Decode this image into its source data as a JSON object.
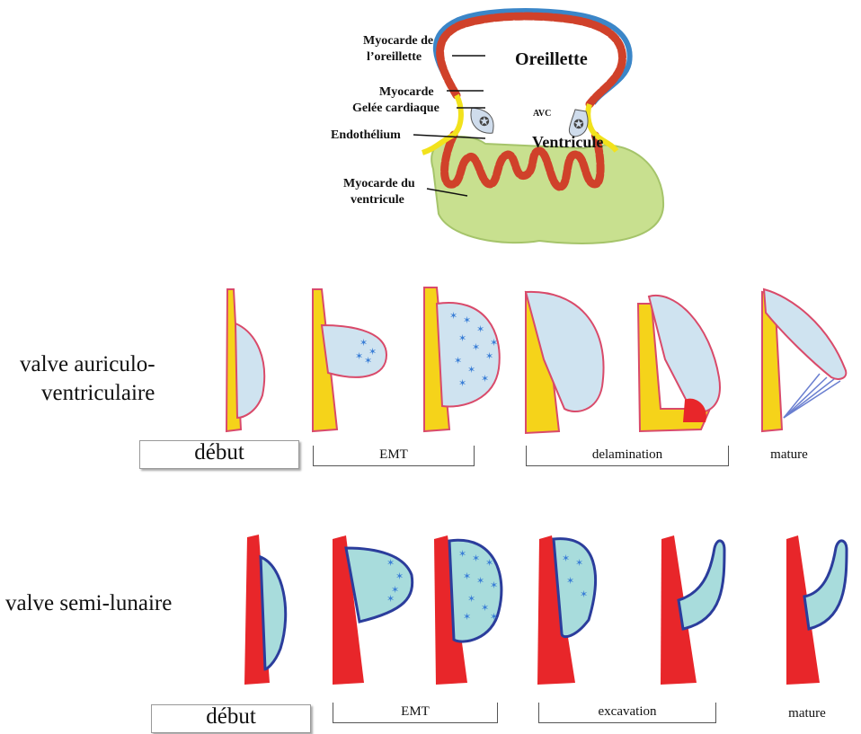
{
  "heart": {
    "title_atrium": "Oreillette",
    "title_ventricle": "Ventricule",
    "avc": "AVC",
    "labels": {
      "myocarde_oreillette_1": "Myocarde de",
      "myocarde_oreillette_2": "l’oreillette",
      "myocarde": "Myocarde",
      "gelee": "Gelée cardiaque",
      "endothelium": "Endothélium",
      "myocarde_ventricule_1": "Myocarde du",
      "myocarde_ventricule_2": "ventricule"
    },
    "colors": {
      "myocardium": "#d0412a",
      "endocardium": "#3b86c8",
      "jelly": "#f2e21c",
      "ventricle_fill": "#c8e08f"
    }
  },
  "av_row": {
    "title_line1": "valve auriculo-",
    "title_line2": "ventriculaire",
    "stages": [
      "début",
      "EMT",
      "delamination",
      "mature"
    ],
    "colors": {
      "wall": "#f5d31a",
      "outline": "#d94a6a",
      "fill": "#cfe3f0",
      "cells": "#3b7fd6",
      "mature_cells": "#2e9b3a"
    }
  },
  "sl_row": {
    "title": "valve semi-lunaire",
    "stages": [
      "début",
      "EMT",
      "excavation",
      "mature"
    ],
    "colors": {
      "wall": "#e8262a",
      "outline": "#2b3d9c",
      "fill": "#a8dcdc",
      "cells": "#3b7fd6",
      "mature_cells": "#2e9b3a"
    }
  }
}
